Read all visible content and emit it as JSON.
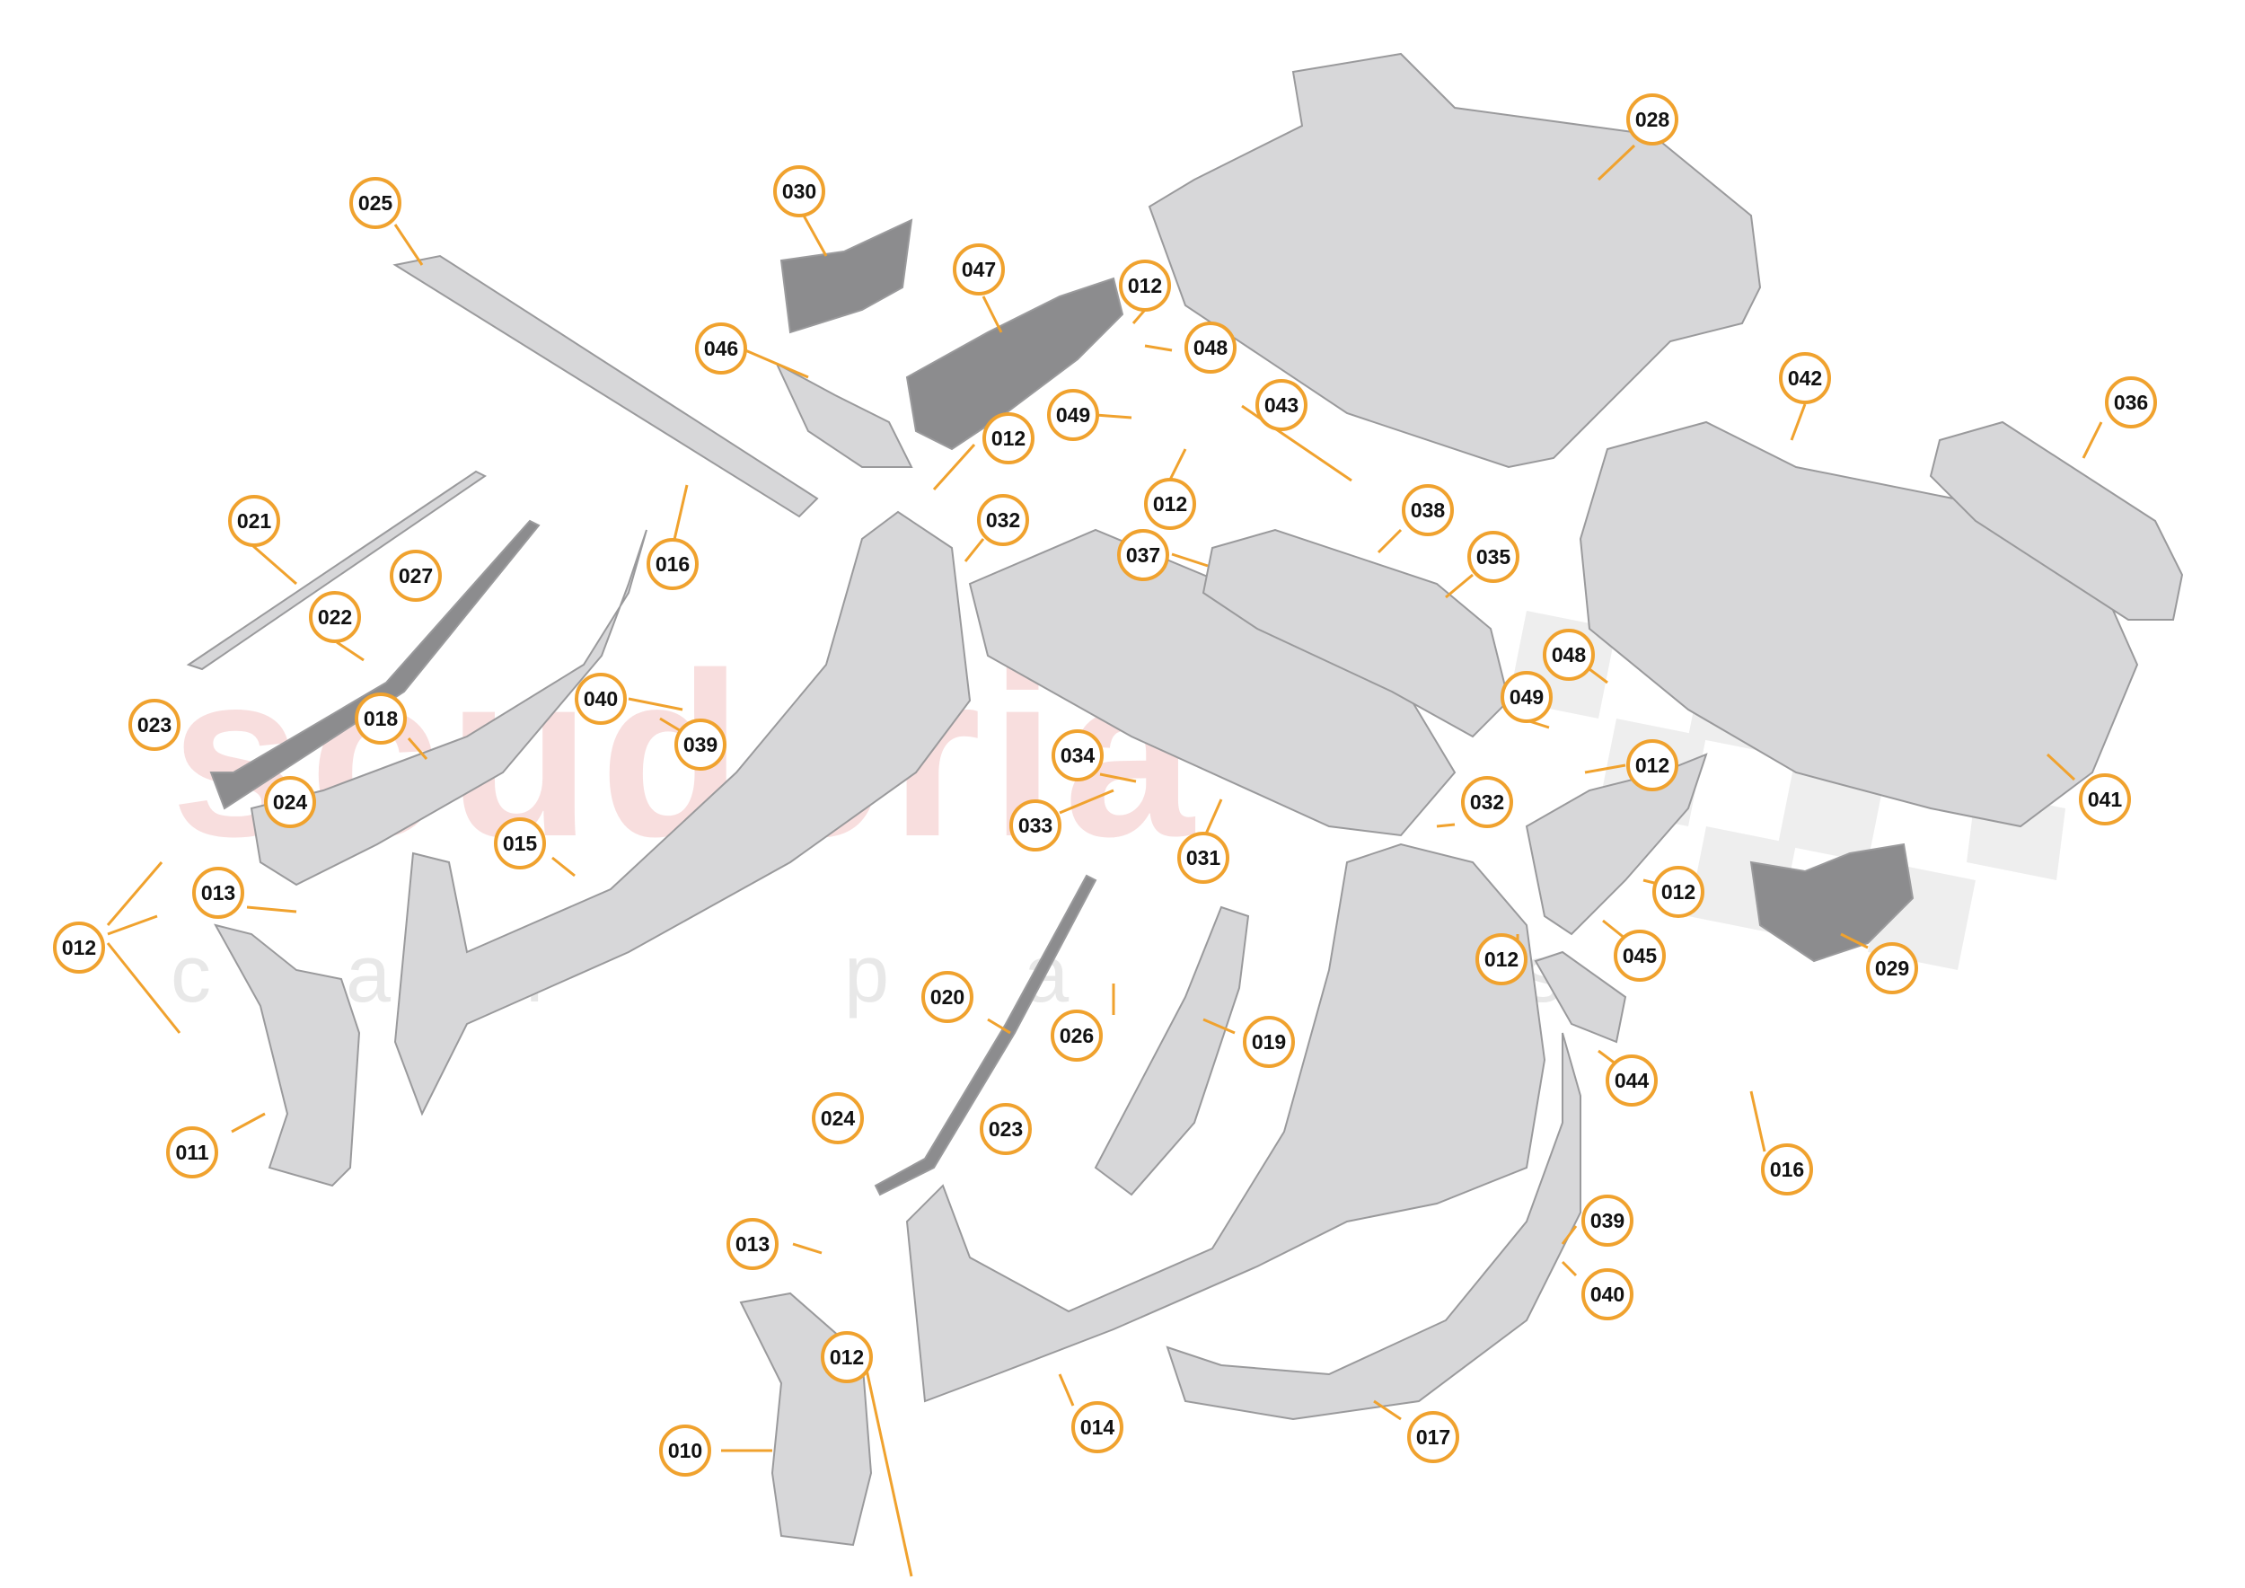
{
  "colors": {
    "callout_stroke": "#f0a22e",
    "callout_fill": "#ffffff",
    "part_fill": "#d7d7d9",
    "part_fill_dark": "#8c8c8e",
    "part_stroke": "#9a9a9c",
    "watermark_red": "#f3c4c4",
    "watermark_grey": "#d9d9d9"
  },
  "watermark": {
    "brand": "scuderia",
    "sub": "car parts"
  },
  "parts": [
    {
      "label": "025"
    },
    {
      "label": "030"
    },
    {
      "label": "047"
    },
    {
      "label": "046"
    },
    {
      "label": "012"
    },
    {
      "label": "048"
    },
    {
      "label": "043"
    },
    {
      "label": "049"
    },
    {
      "label": "012"
    },
    {
      "label": "012"
    },
    {
      "label": "028"
    },
    {
      "label": "042"
    },
    {
      "label": "036"
    },
    {
      "label": "021"
    },
    {
      "label": "027"
    },
    {
      "label": "016"
    },
    {
      "label": "022"
    },
    {
      "label": "032"
    },
    {
      "label": "037"
    },
    {
      "label": "038"
    },
    {
      "label": "035"
    },
    {
      "label": "023"
    },
    {
      "label": "018"
    },
    {
      "label": "040"
    },
    {
      "label": "039"
    },
    {
      "label": "048"
    },
    {
      "label": "049"
    },
    {
      "label": "012"
    },
    {
      "label": "041"
    },
    {
      "label": "024"
    },
    {
      "label": "034"
    },
    {
      "label": "033"
    },
    {
      "label": "031"
    },
    {
      "label": "032"
    },
    {
      "label": "015"
    },
    {
      "label": "012"
    },
    {
      "label": "013"
    },
    {
      "label": "012"
    },
    {
      "label": "012"
    },
    {
      "label": "045"
    },
    {
      "label": "029"
    },
    {
      "label": "020"
    },
    {
      "label": "026"
    },
    {
      "label": "019"
    },
    {
      "label": "044"
    },
    {
      "label": "011"
    },
    {
      "label": "024"
    },
    {
      "label": "023"
    },
    {
      "label": "016"
    },
    {
      "label": "039"
    },
    {
      "label": "013"
    },
    {
      "label": "040"
    },
    {
      "label": "012"
    },
    {
      "label": "014"
    },
    {
      "label": "017"
    },
    {
      "label": "010"
    }
  ]
}
